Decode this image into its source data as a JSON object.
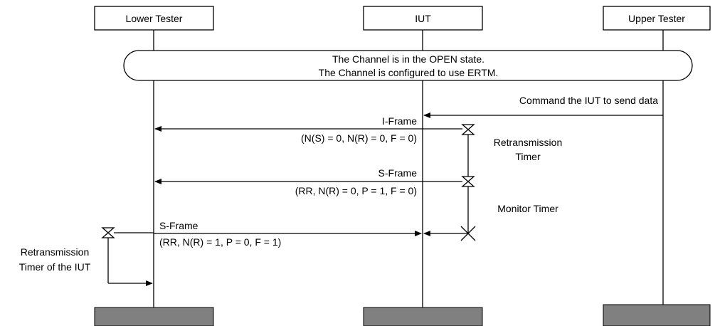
{
  "participants": {
    "lower_tester": "Lower Tester",
    "iut": "IUT",
    "upper_tester": "Upper Tester"
  },
  "condition": {
    "line1": "The Channel is in the OPEN state.",
    "line2": "The Channel is configured to use ERTM."
  },
  "messages": {
    "command": "Command the IUT to send data",
    "iframe_name": "I-Frame",
    "iframe_params": "(N(S) = 0, N(R) = 0, F = 0)",
    "sframe1_name": "S-Frame",
    "sframe1_params": "(RR, N(R) = 0, P = 1, F = 0)",
    "sframe2_name": "S-Frame",
    "sframe2_params": "(RR, N(R) = 1, P = 0, F = 1)"
  },
  "timers": {
    "retransmission_line1": "Retransmission",
    "retransmission_line2": "Timer",
    "monitor": "Monitor Timer",
    "lt_retransmission_line1": "Retransmission",
    "lt_retransmission_line2": "Timer of the IUT"
  },
  "colors": {
    "line": "#000000",
    "footer_box": "#808080",
    "background": "#ffffff"
  }
}
